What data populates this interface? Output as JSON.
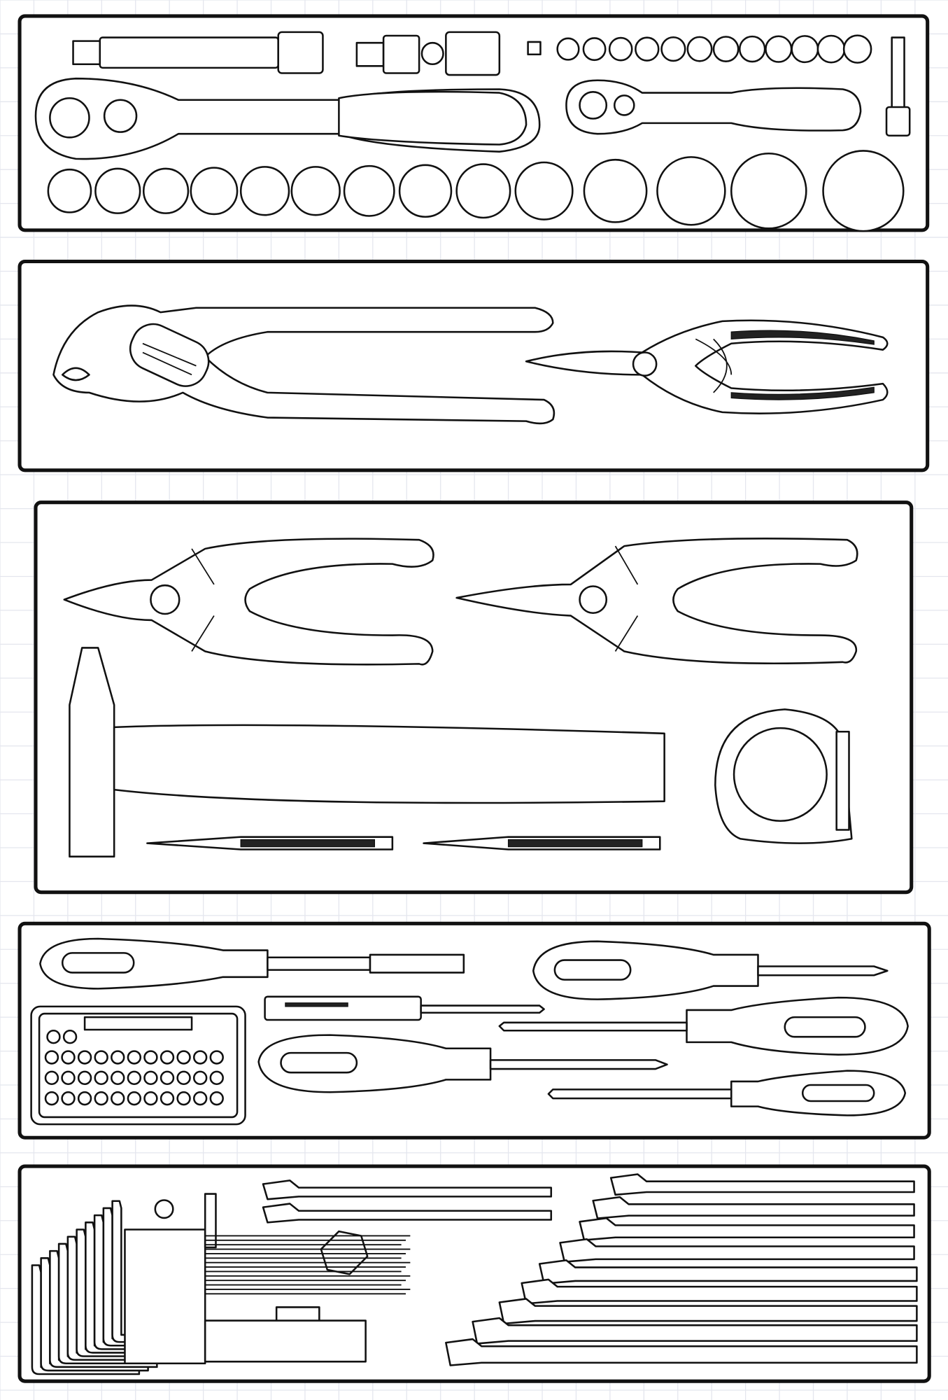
{
  "colors": {
    "line": "#111111",
    "background": "#ffffff",
    "grid": "#e4e6ee"
  },
  "trays": [
    {
      "name": "socket-tray",
      "tools": [
        "extension-bar-icon",
        "universal-joint-icon",
        "large-ratchet-icon",
        "small-ratchet-icon",
        "socket-icon",
        "bit-adapter-icon"
      ]
    },
    {
      "name": "pliers-snips-tray",
      "tools": [
        "water-pump-pliers-icon",
        "aviation-snips-icon"
      ]
    },
    {
      "name": "pliers-hammer-tray",
      "tools": [
        "combination-pliers-icon",
        "long-nose-pliers-icon",
        "hammer-icon",
        "chisel-icon",
        "punch-icon",
        "tape-measure-icon"
      ]
    },
    {
      "name": "screwdriver-tray",
      "tools": [
        "screwdriver-icon",
        "bit-holder-icon",
        "voltage-tester-icon"
      ]
    },
    {
      "name": "hex-key-wrench-tray",
      "tools": [
        "hex-key-set-icon",
        "hex-key-holder-icon",
        "spanner-icon"
      ]
    }
  ]
}
